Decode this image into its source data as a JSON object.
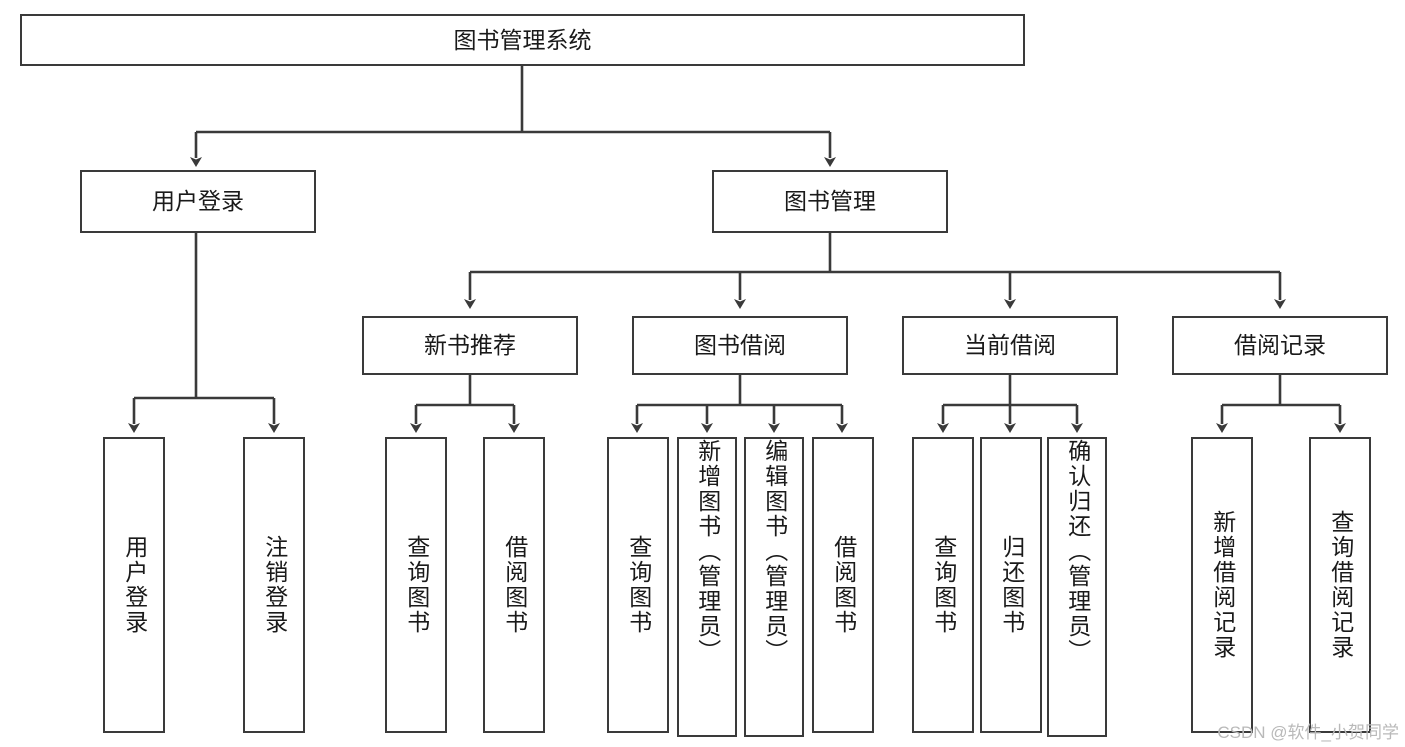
{
  "diagram": {
    "title": "图书管理系统",
    "type": "hierarchy-tree",
    "watermark": "CSDN @软件_小贺同学",
    "colors": {
      "border": "#3a3a3a",
      "background": "#ffffff",
      "text": "#1a1a1a",
      "watermark": "#b9b9b9"
    },
    "levels": {
      "root": {
        "label": "图书管理系统"
      },
      "level2": [
        {
          "label": "用户登录"
        },
        {
          "label": "图书管理"
        }
      ],
      "level3": [
        {
          "label": "新书推荐"
        },
        {
          "label": "图书借阅"
        },
        {
          "label": "当前借阅"
        },
        {
          "label": "借阅记录"
        }
      ],
      "leaves": {
        "user_login": [
          {
            "label": "用户登录"
          },
          {
            "label": "注销登录"
          }
        ],
        "new_book_recommend": [
          {
            "label": "查询图书"
          },
          {
            "label": "借阅图书"
          }
        ],
        "book_borrow": [
          {
            "label": "查询图书"
          },
          {
            "label": "新增图书（管理员）"
          },
          {
            "label": "编辑图书（管理员）"
          },
          {
            "label": "借阅图书"
          }
        ],
        "current_borrow": [
          {
            "label": "查询图书"
          },
          {
            "label": "归还图书"
          },
          {
            "label": "确认归还（管理员）"
          }
        ],
        "borrow_record": [
          {
            "label": "新增借阅记录"
          },
          {
            "label": "查询借阅记录"
          }
        ]
      }
    }
  }
}
